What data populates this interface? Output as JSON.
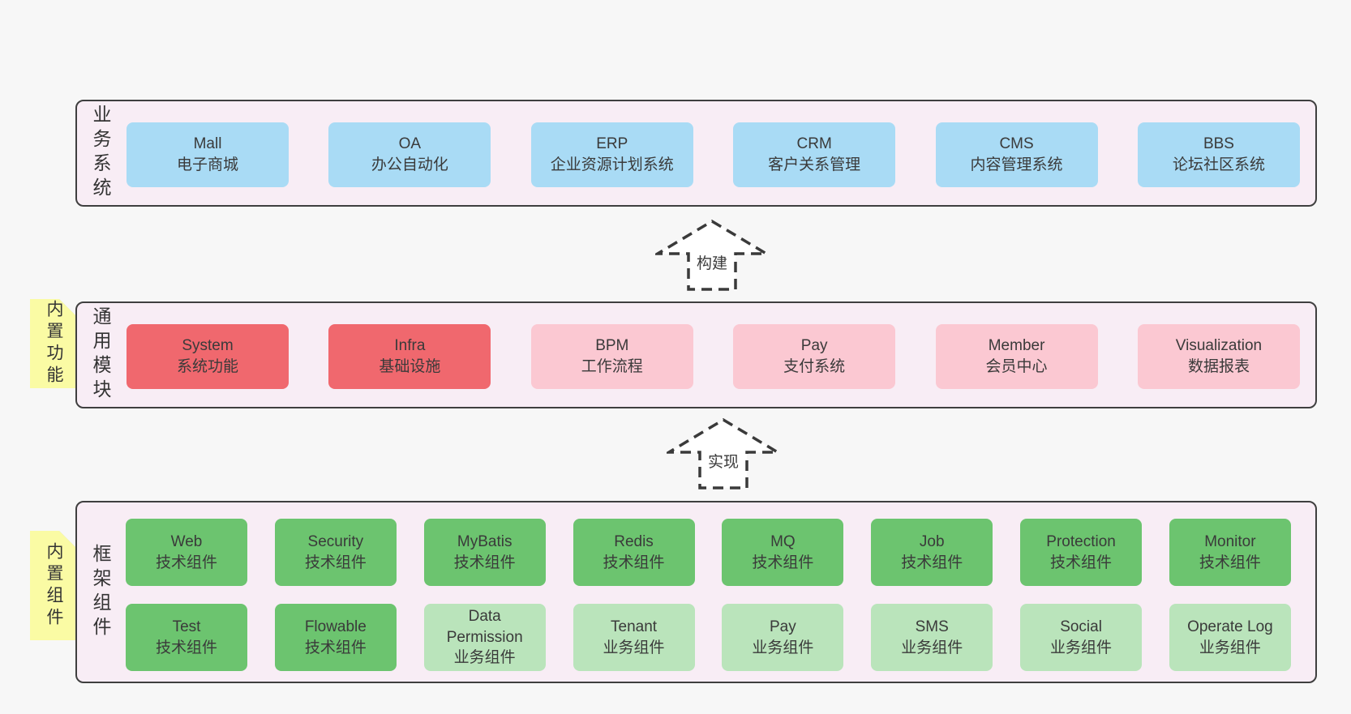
{
  "layers": {
    "business": {
      "label": "业务系统",
      "items": [
        {
          "name": "Mall",
          "desc": "电子商城",
          "variant": "blue"
        },
        {
          "name": "OA",
          "desc": "办公自动化",
          "variant": "blue"
        },
        {
          "name": "ERP",
          "desc": "企业资源计划系统",
          "variant": "blue"
        },
        {
          "name": "CRM",
          "desc": "客户关系管理",
          "variant": "blue"
        },
        {
          "name": "CMS",
          "desc": "内容管理系统",
          "variant": "blue"
        },
        {
          "name": "BBS",
          "desc": "论坛社区系统",
          "variant": "blue"
        }
      ]
    },
    "modules": {
      "label": "通用模块",
      "sticky": "内置功能",
      "items": [
        {
          "name": "System",
          "desc": "系统功能",
          "variant": "red"
        },
        {
          "name": "Infra",
          "desc": "基础设施",
          "variant": "red"
        },
        {
          "name": "BPM",
          "desc": "工作流程",
          "variant": "pink"
        },
        {
          "name": "Pay",
          "desc": "支付系统",
          "variant": "pink"
        },
        {
          "name": "Member",
          "desc": "会员中心",
          "variant": "pink"
        },
        {
          "name": "Visualization",
          "desc": "数据报表",
          "variant": "pink"
        }
      ]
    },
    "components": {
      "label": "框架组件",
      "sticky": "内置组件",
      "rows": [
        [
          {
            "name": "Web",
            "desc": "技术组件",
            "variant": "green"
          },
          {
            "name": "Security",
            "desc": "技术组件",
            "variant": "green"
          },
          {
            "name": "MyBatis",
            "desc": "技术组件",
            "variant": "green"
          },
          {
            "name": "Redis",
            "desc": "技术组件",
            "variant": "green"
          },
          {
            "name": "MQ",
            "desc": "技术组件",
            "variant": "green"
          },
          {
            "name": "Job",
            "desc": "技术组件",
            "variant": "green"
          },
          {
            "name": "Protection",
            "desc": "技术组件",
            "variant": "green"
          },
          {
            "name": "Monitor",
            "desc": "技术组件",
            "variant": "green"
          }
        ],
        [
          {
            "name": "Test",
            "desc": "技术组件",
            "variant": "green"
          },
          {
            "name": "Flowable",
            "desc": "技术组件",
            "variant": "green"
          },
          {
            "name": "Data Permission",
            "desc": "业务组件",
            "variant": "lightgreen"
          },
          {
            "name": "Tenant",
            "desc": "业务组件",
            "variant": "lightgreen"
          },
          {
            "name": "Pay",
            "desc": "业务组件",
            "variant": "lightgreen"
          },
          {
            "name": "SMS",
            "desc": "业务组件",
            "variant": "lightgreen"
          },
          {
            "name": "Social",
            "desc": "业务组件",
            "variant": "lightgreen"
          },
          {
            "name": "Operate Log",
            "desc": "业务组件",
            "variant": "lightgreen"
          }
        ]
      ]
    }
  },
  "arrows": [
    {
      "label": "构建"
    },
    {
      "label": "实现"
    }
  ],
  "colors": {
    "blue": "#a9dbf5",
    "red": "#f0686e",
    "pink": "#fbc8d2",
    "green": "#6cc46f",
    "lightgreen": "#bae4bb",
    "sticky_yellow": "#fafba4",
    "container_bg": "#f8edf5",
    "border": "#3f3f3f",
    "arrow_stroke": "#3a3a3a"
  }
}
